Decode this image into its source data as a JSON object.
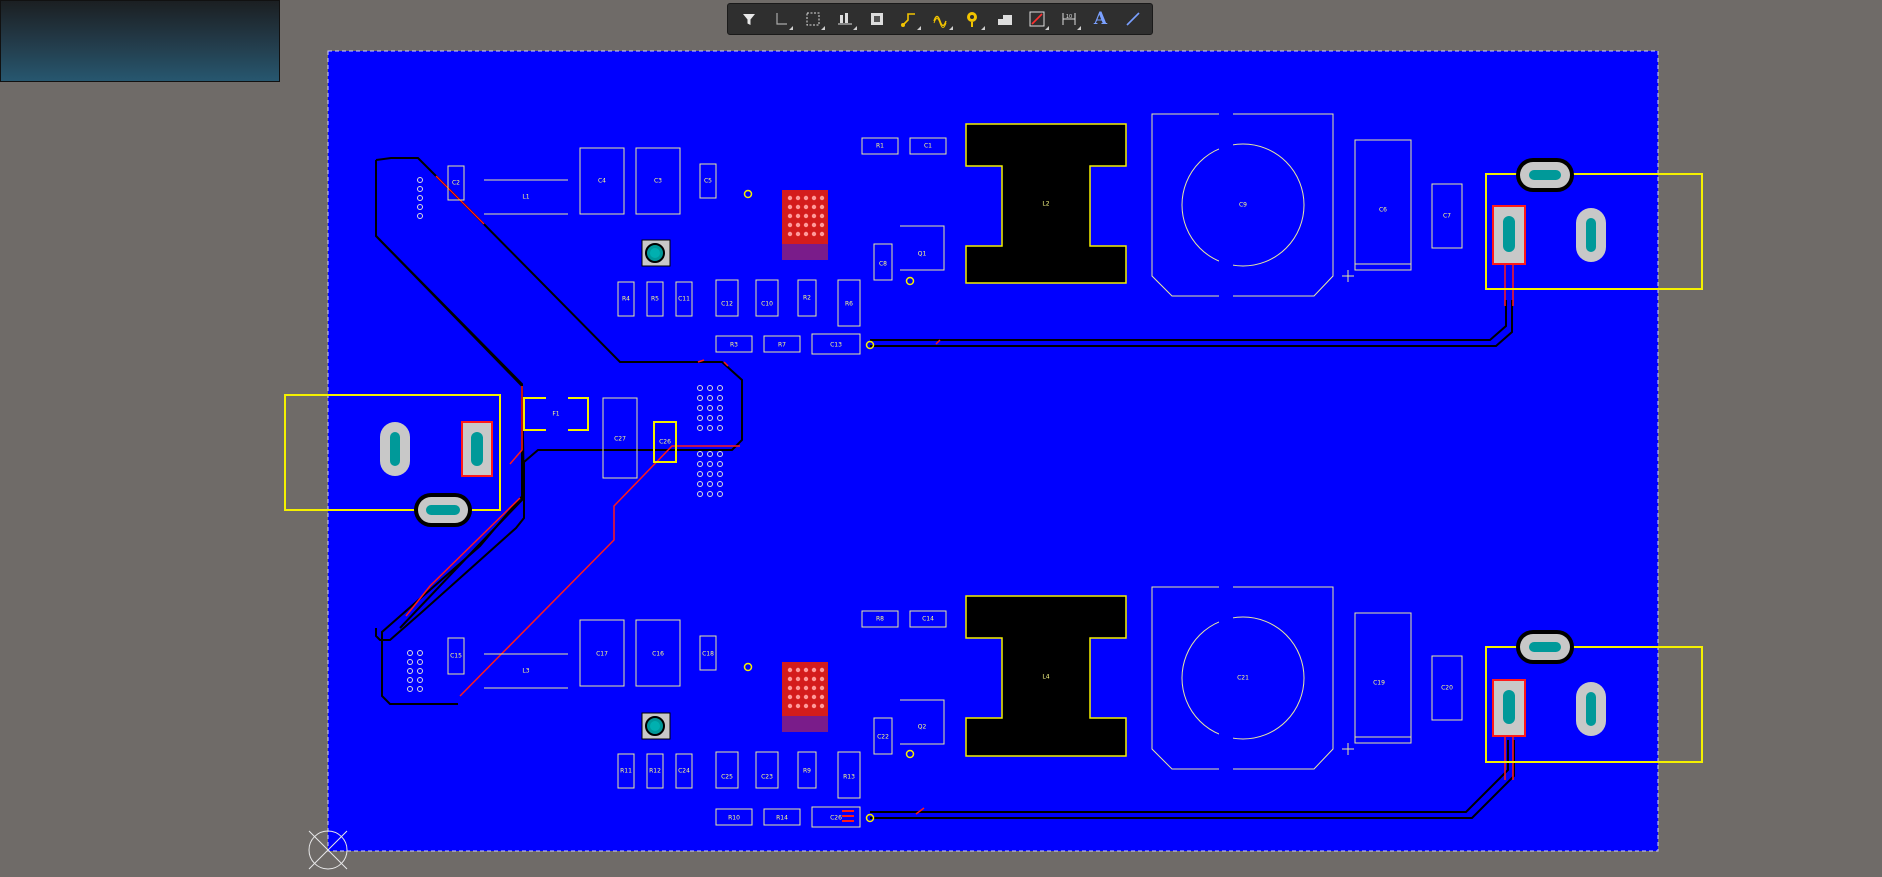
{
  "toolbar": {
    "tools": [
      {
        "name": "filter-icon",
        "label": "Filter"
      },
      {
        "name": "place-corner-icon",
        "label": "Corner"
      },
      {
        "name": "select-area-icon",
        "label": "Select Area"
      },
      {
        "name": "align-icon",
        "label": "Align"
      },
      {
        "name": "component-icon",
        "label": "Place Component"
      },
      {
        "name": "route-icon",
        "label": "Interactive Routing"
      },
      {
        "name": "diff-pair-icon",
        "label": "Differential Pair"
      },
      {
        "name": "via-icon",
        "label": "Place Via"
      },
      {
        "name": "polygon-icon",
        "label": "Polygon Pour"
      },
      {
        "name": "keepout-icon",
        "label": "Keepout"
      },
      {
        "name": "dimension-icon",
        "label": "Dimension"
      },
      {
        "name": "text-icon",
        "label": "A"
      },
      {
        "name": "line-icon",
        "label": "Line"
      }
    ]
  },
  "components": [
    {
      "ref": "C2"
    },
    {
      "ref": "L1"
    },
    {
      "ref": "C4"
    },
    {
      "ref": "C3"
    },
    {
      "ref": "C5"
    },
    {
      "ref": "R1"
    },
    {
      "ref": "C1"
    },
    {
      "ref": "L2"
    },
    {
      "ref": "C9"
    },
    {
      "ref": "C6"
    },
    {
      "ref": "C7"
    },
    {
      "ref": "R4"
    },
    {
      "ref": "R5"
    },
    {
      "ref": "C11"
    },
    {
      "ref": "C12"
    },
    {
      "ref": "C10"
    },
    {
      "ref": "R2"
    },
    {
      "ref": "R6"
    },
    {
      "ref": "C8"
    },
    {
      "ref": "Q1"
    },
    {
      "ref": "R3"
    },
    {
      "ref": "R7"
    },
    {
      "ref": "C13"
    },
    {
      "ref": "F1"
    },
    {
      "ref": "C27"
    },
    {
      "ref": "C26"
    },
    {
      "ref": "C15"
    },
    {
      "ref": "L3"
    },
    {
      "ref": "C17"
    },
    {
      "ref": "C16"
    },
    {
      "ref": "C18"
    },
    {
      "ref": "R8"
    },
    {
      "ref": "C14"
    },
    {
      "ref": "L4"
    },
    {
      "ref": "C21"
    },
    {
      "ref": "C19"
    },
    {
      "ref": "C20"
    },
    {
      "ref": "C22"
    },
    {
      "ref": "Q2"
    },
    {
      "ref": "R11"
    },
    {
      "ref": "R12"
    },
    {
      "ref": "C24"
    },
    {
      "ref": "C25"
    },
    {
      "ref": "C23"
    },
    {
      "ref": "R9"
    },
    {
      "ref": "R13"
    },
    {
      "ref": "R10"
    },
    {
      "ref": "R14"
    },
    {
      "ref": "C26b"
    }
  ],
  "labels": {
    "C2": "C2",
    "L1": "L1",
    "C4": "C4",
    "C3": "C3",
    "C5": "C5",
    "R1": "R1",
    "C1": "C1",
    "L2": "L2",
    "C9": "C9",
    "C6": "C6",
    "C7": "C7",
    "R4": "R4",
    "R5": "R5",
    "C11": "C11",
    "C12": "C12",
    "C10": "C10",
    "R2": "R2",
    "R6": "R6",
    "C8": "C8",
    "Q1": "Q1",
    "R3": "R3",
    "R7": "R7",
    "C13": "C13",
    "F1": "F1",
    "C27": "C27",
    "C26": "C26",
    "C15": "C15",
    "L3": "L3",
    "C17": "C17",
    "C16": "C16",
    "C18": "C18",
    "R8": "R8",
    "C14": "C14",
    "L4": "L4",
    "C21": "C21",
    "C19": "C19",
    "C20": "C20",
    "C22": "C22",
    "Q2": "Q2",
    "R11": "R11",
    "R12": "R12",
    "C24": "C24",
    "C25": "C25",
    "C23": "C23",
    "R9": "R9",
    "R13": "R13",
    "R10": "R10",
    "R14": "R14",
    "C26b": "C26"
  },
  "colors": {
    "workspace": "#6f6b68",
    "board": "#0000ff",
    "silkscreen": "#f4f000",
    "track": "#000000",
    "pad": "#c8c8c8",
    "drill": "#009999",
    "selected": "#ff1a1a"
  }
}
